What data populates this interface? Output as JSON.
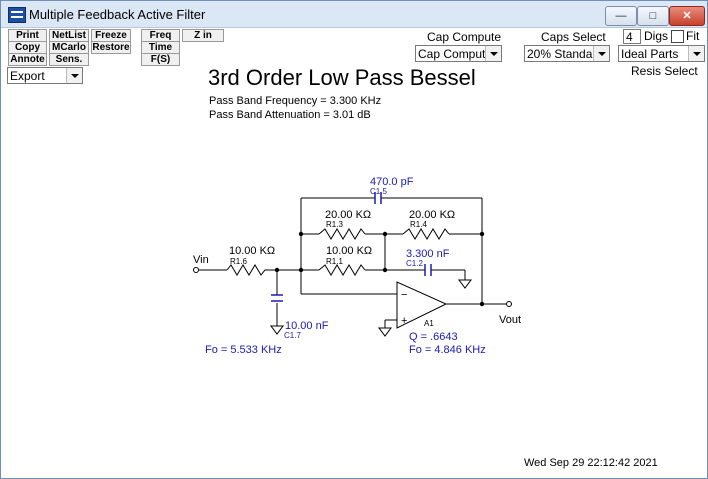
{
  "window": {
    "title": "Multiple Feedback Active Filter"
  },
  "toolbar": {
    "print": "Print",
    "copy": "Copy",
    "annote": "Annote",
    "netlist": "NetList",
    "mcarlo": "MCarlo",
    "sens": "Sens.",
    "freeze": "Freeze",
    "restore": "Restore",
    "freq": "Freq",
    "time": "Time",
    "fs": "F(S)",
    "zin": "Z in"
  },
  "export_select": {
    "value": "Export"
  },
  "cap_compute": {
    "label": "Cap Compute",
    "value": "Cap Compute"
  },
  "caps_select": {
    "label": "Caps Select",
    "value": "20% Standard"
  },
  "digits": {
    "value": "4",
    "label": "Digs",
    "fit_label": "Fit"
  },
  "parts_select": {
    "value": "Ideal Parts"
  },
  "resis_select": {
    "label": "Resis Select"
  },
  "filter": {
    "title": "3rd Order Low Pass Bessel",
    "passband_frequency": "Pass Band Frequency = 3.300 KHz",
    "passband_attenuation": "Pass Band Attenuation = 3.01 dB"
  },
  "schematic": {
    "vin": "Vin",
    "vout": "Vout",
    "c15_value": "470.0 pF",
    "c15_name": "C1.5",
    "r13_value": "20.00 KΩ",
    "r13_name": "R1.3",
    "r14_value": "20.00 KΩ",
    "r14_name": "R1.4",
    "r11_value": "10.00 KΩ",
    "r11_name": "R1.1",
    "c12_value": "3.300 nF",
    "c12_name": "C1.2",
    "r16_value": "10.00 KΩ",
    "r16_name": "R1.6",
    "c17_value": "10.00 nF",
    "c17_name": "C1.7",
    "opamp_name": "A1",
    "q_value": "Q = .6643",
    "fo_stage": "Fo = 4.846 KHz",
    "fo_rc": "Fo = 5.533 KHz",
    "wire_color": "#000000",
    "cap_color": "#1a1ab0"
  },
  "timestamp": "Wed Sep 29 22:12:42 2021"
}
